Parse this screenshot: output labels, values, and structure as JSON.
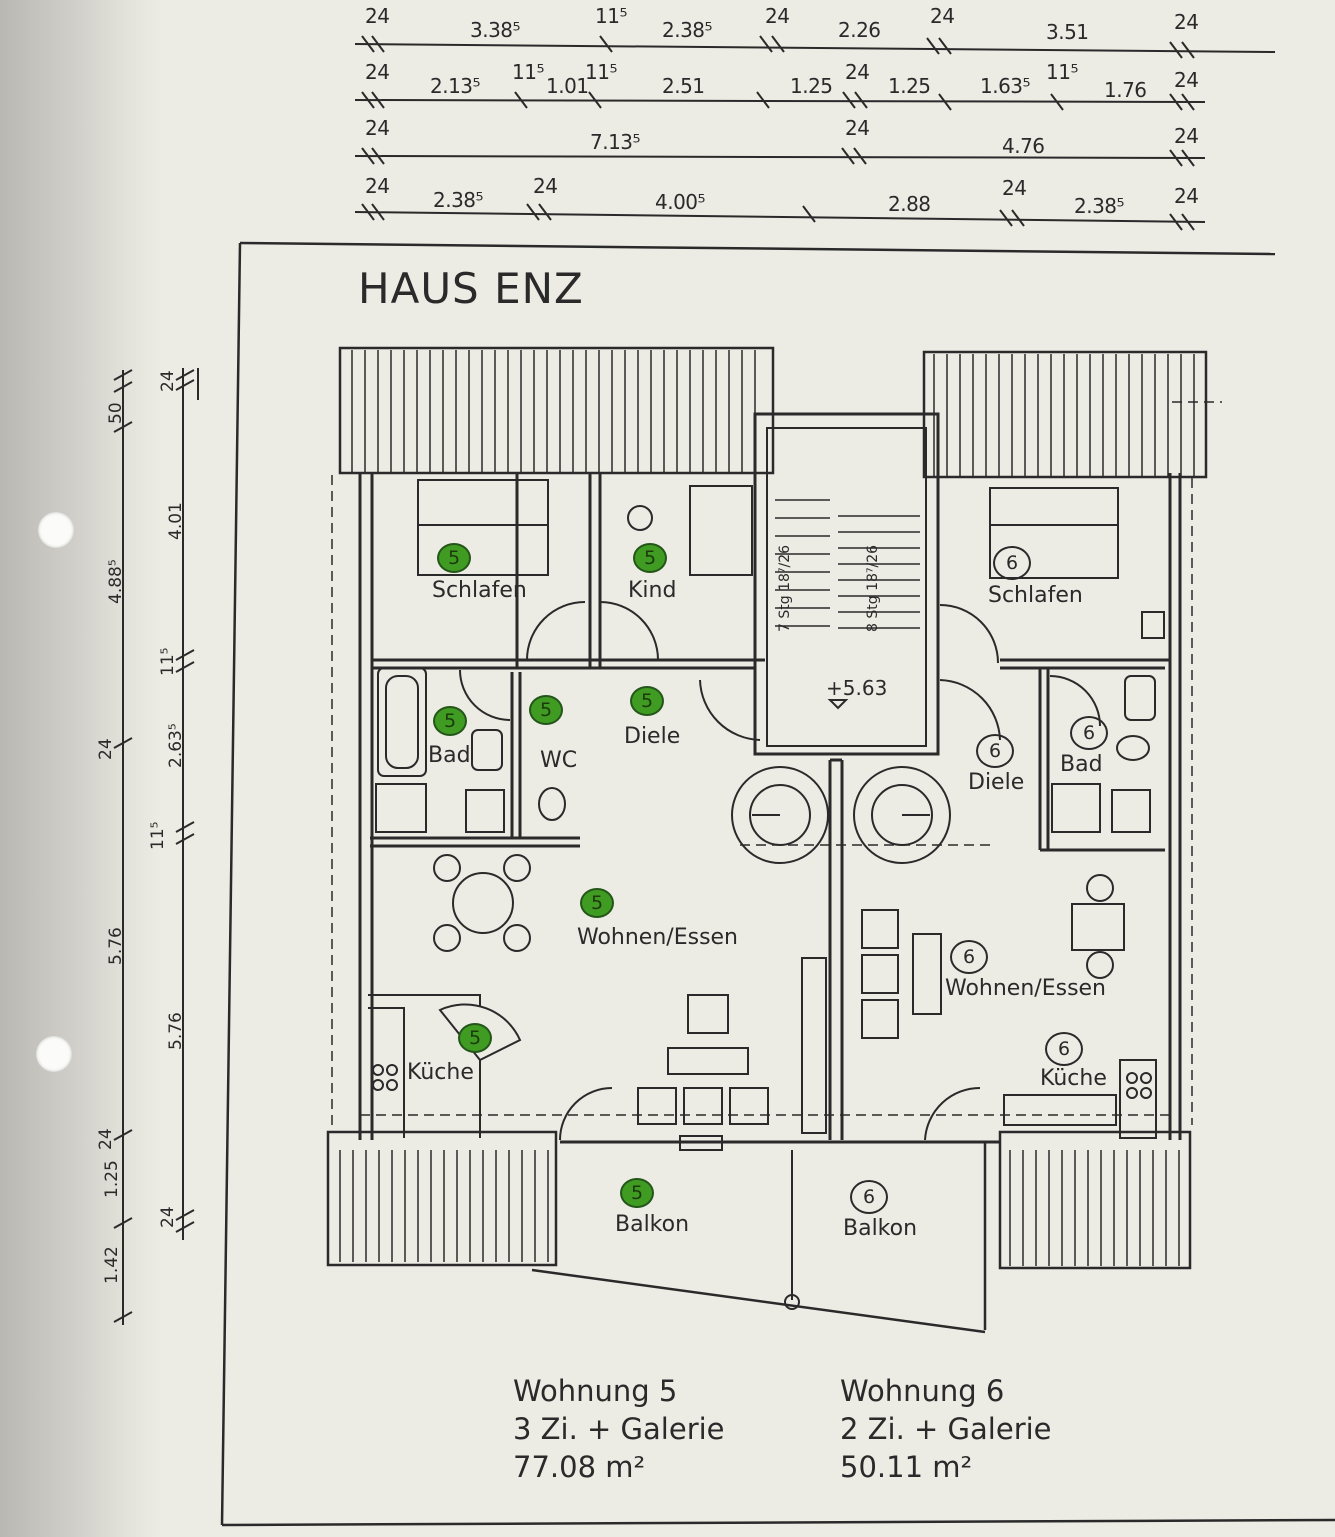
{
  "title": "HAUS ENZ",
  "top_dims": {
    "row1": [
      "24",
      "3.38⁵",
      "11⁵",
      "2.38⁵",
      "24",
      "2.26",
      "24",
      "3.51",
      "24"
    ],
    "row2": [
      "24",
      "2.13⁵",
      "11⁵",
      "1.01",
      "11⁵",
      "2.51",
      "1.25",
      "24",
      "1.25",
      "1.63⁵",
      "11⁵",
      "1.76",
      "24"
    ],
    "row3": [
      "24",
      "7.13⁵",
      "24",
      "4.76",
      "24"
    ],
    "row4": [
      "24",
      "2.38⁵",
      "24",
      "4.00⁵",
      "2.88",
      "24",
      "2.38⁵",
      "24"
    ]
  },
  "left_dims": {
    "outer": [
      "24",
      "50",
      "4.88⁵",
      "5.76",
      "1.25",
      "1.42"
    ],
    "inner": [
      "24",
      "4.01",
      "11⁵",
      "24",
      "2.63⁵",
      "11⁵",
      "5.76",
      "24"
    ]
  },
  "stairs": {
    "left": "7 Stg 18⁷/26",
    "right": "8 Stg 18⁷/26"
  },
  "level": "+5.63",
  "rooms": {
    "w5": {
      "schlafen": "Schlafen",
      "kind": "Kind",
      "bad": "Bad",
      "wc": "WC",
      "diele": "Diele",
      "wohnen": "Wohnen/Essen",
      "kueche": "Küche",
      "balkon": "Balkon",
      "badge": "5"
    },
    "w6": {
      "schlafen": "Schlafen",
      "bad": "Bad",
      "diele": "Diele",
      "wohnen": "Wohnen/Essen",
      "kueche": "Küche",
      "balkon": "Balkon",
      "badge": "6"
    }
  },
  "units": [
    {
      "name": "Wohnung 5",
      "rooms": "3 Zi. + Galerie",
      "area": "77.08 m²"
    },
    {
      "name": "Wohnung 6",
      "rooms": "2 Zi. + Galerie",
      "area": "50.11 m²"
    }
  ],
  "colors": {
    "paper": "#ecebe4",
    "ink": "#2a2a2a",
    "marker": "#3f9b22"
  }
}
